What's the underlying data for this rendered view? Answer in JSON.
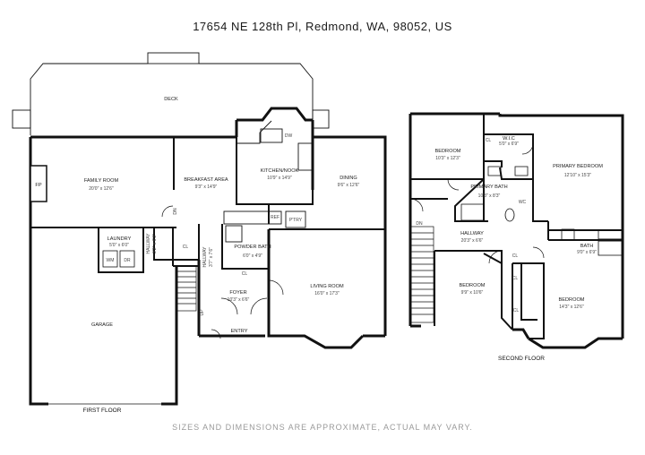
{
  "address": "17654 NE 128th Pl, Redmond, WA, 98052, US",
  "disclaimer": "SIZES AND DIMENSIONS ARE APPROXIMATE, ACTUAL MAY VARY.",
  "floors": {
    "first": {
      "label": "FIRST FLOOR",
      "rooms": {
        "deck": {
          "name": "DECK"
        },
        "family_room": {
          "name": "FAMILY ROOM",
          "dims": "20'0\" x 12'6\""
        },
        "fireplace": {
          "name": "FP"
        },
        "breakfast_area": {
          "name": "BREAKFAST AREA",
          "dims": "9'3\" x 14'9\""
        },
        "kitchen_nook": {
          "name": "KITCHEN/NOOK",
          "dims": "10'9\" x 14'9\""
        },
        "dw": {
          "name": "DW"
        },
        "dining": {
          "name": "DINING",
          "dims": "9'6\" x 12'6\""
        },
        "refrigerator": {
          "name": "REF"
        },
        "pantry": {
          "name": "P'TRY"
        },
        "laundry": {
          "name": "LAUNDRY",
          "dims": "5'0\" x 6'0\""
        },
        "washer": {
          "name": "WM"
        },
        "dryer": {
          "name": "DR"
        },
        "hallway_a": {
          "name": "HALLWAY",
          "dims": "3'2\" x 6'3\""
        },
        "hallway_b": {
          "name": "HALLWAY",
          "dims": "3'7\" x 7'6\""
        },
        "closet_a": {
          "name": "CL"
        },
        "closet_b": {
          "name": "CL"
        },
        "dn": {
          "name": "DN"
        },
        "up": {
          "name": "UP"
        },
        "powder_bath": {
          "name": "POWDER BATH",
          "dims": "6'0\" x 4'9\""
        },
        "foyer": {
          "name": "FOYER",
          "dims": "10'3\" x 6'6\""
        },
        "living_room": {
          "name": "LIVING ROOM",
          "dims": "16'0\" x 17'3\""
        },
        "entry": {
          "name": "ENTRY"
        },
        "garage": {
          "name": "GARAGE"
        }
      }
    },
    "second": {
      "label": "SECOND FLOOR",
      "rooms": {
        "bedroom_a": {
          "name": "BEDROOM",
          "dims": "10'3\" x 12'3\""
        },
        "closet_a": {
          "name": "CL"
        },
        "wic": {
          "name": "W.I.C",
          "dims": "5'0\" x 6'9\""
        },
        "primary_bedroom": {
          "name": "PRIMARY BEDROOM",
          "dims": "12'10\" x 15'3\""
        },
        "primary_bath": {
          "name": "PRIMARY BATH",
          "dims": "10'3\" x 8'3\""
        },
        "wc": {
          "name": "WC"
        },
        "dn": {
          "name": "DN"
        },
        "hallway": {
          "name": "HALLWAY",
          "dims": "20'3\" x 6'6\""
        },
        "bath": {
          "name": "BATH",
          "dims": "9'0\" x 6'9\""
        },
        "bedroom_b": {
          "name": "BEDROOM",
          "dims": "9'9\" x 10'6\""
        },
        "closet_b": {
          "name": "CL"
        },
        "closet_c": {
          "name": "CL"
        },
        "closet_d": {
          "name": "CL"
        },
        "bedroom_c": {
          "name": "BEDROOM",
          "dims": "14'3\" x 12'6\""
        }
      }
    }
  }
}
